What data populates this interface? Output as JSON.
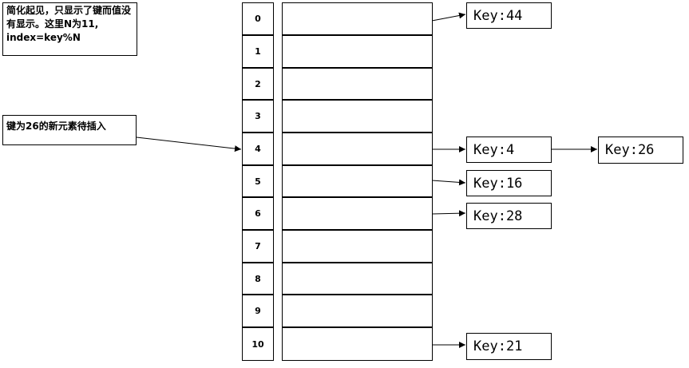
{
  "notes": {
    "simplification": "简化起见，只显示了键而值没有显示。这里N为11, index=key%N",
    "insert": "键为26的新元素待插入"
  },
  "index_cells": [
    "0",
    "1",
    "2",
    "3",
    "4",
    "5",
    "6",
    "7",
    "8",
    "9",
    "10"
  ],
  "keys": {
    "k0": "Key:44",
    "k4": "Key:4",
    "k4_chain": "Key:26",
    "k5": "Key:16",
    "k6": "Key:28",
    "k10": "Key:21"
  }
}
